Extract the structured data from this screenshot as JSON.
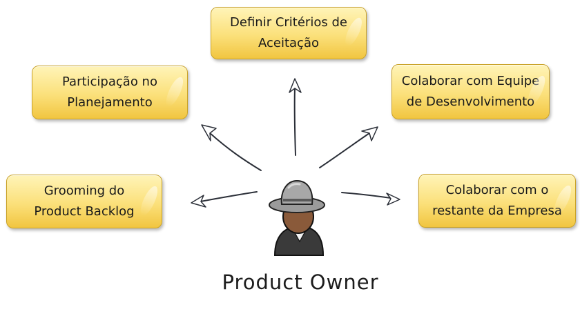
{
  "diagram": {
    "center_label": "Product Owner",
    "responsibilities": [
      {
        "id": "criterios",
        "label": "Definir Critérios de\nAceitação"
      },
      {
        "id": "planejamento",
        "label": "Participação no\nPlanejamento"
      },
      {
        "id": "equipe",
        "label": "Colaborar com Equipe\nde Desenvolvimento"
      },
      {
        "id": "backlog",
        "label": "Grooming do\nProduct Backlog"
      },
      {
        "id": "empresa",
        "label": "Colaborar com o\nrestante da Empresa"
      }
    ]
  },
  "colors": {
    "box_fill": "#fbe07a",
    "box_border": "#c9a227",
    "arrow": "#2b2f38",
    "hat": "#9b9b9b",
    "skin": "#8a5a3a",
    "coat": "#3a3a3a"
  },
  "icons": {
    "person": "product-owner-person-icon"
  }
}
